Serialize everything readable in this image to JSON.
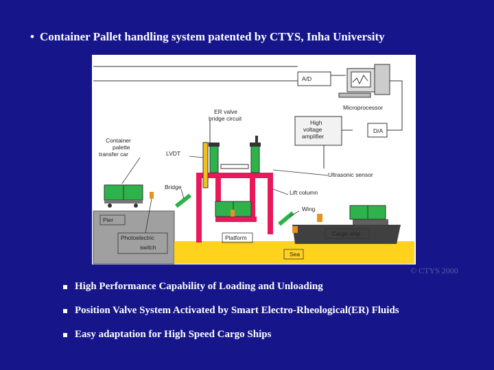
{
  "title": "Container Pallet handling system patented by CTYS, Inha University",
  "diagram": {
    "labels": {
      "ad": "A/D",
      "microprocessor": "Microprocessor",
      "er_valve": "ER valve",
      "bridge_circuit": "bridge circuit",
      "high": "High",
      "voltage": "voltage",
      "amplifier": "amplifier",
      "da": "D/A",
      "container_1": "Container",
      "container_2": "palette",
      "container_3": "transfer car",
      "lvdt": "LVDT",
      "ultrasonic": "Ultrasonic sensor",
      "bridge": "Bridge",
      "lift_column": "Lift column",
      "wing": "Wing",
      "pier": "Pier",
      "photo_1": "Photoelectric",
      "photo_2": "switch",
      "platform": "Platform",
      "cargo_ship": "Cargo ship",
      "sea": "Sea"
    }
  },
  "copyright": "© CTYS 2000",
  "bullets": [
    "High Performance Capability of Loading and Unloading",
    "Position Valve System Activated by Smart Electro-Rheological(ER) Fluids",
    "Easy adaptation  for High Speed Cargo Ships"
  ],
  "colors": {
    "background": "#16168a",
    "lift_frame": "#e8185a",
    "container_green": "#2db34a",
    "sea_yellow": "#ffd21e",
    "pier_gray": "#a0a0a0"
  }
}
